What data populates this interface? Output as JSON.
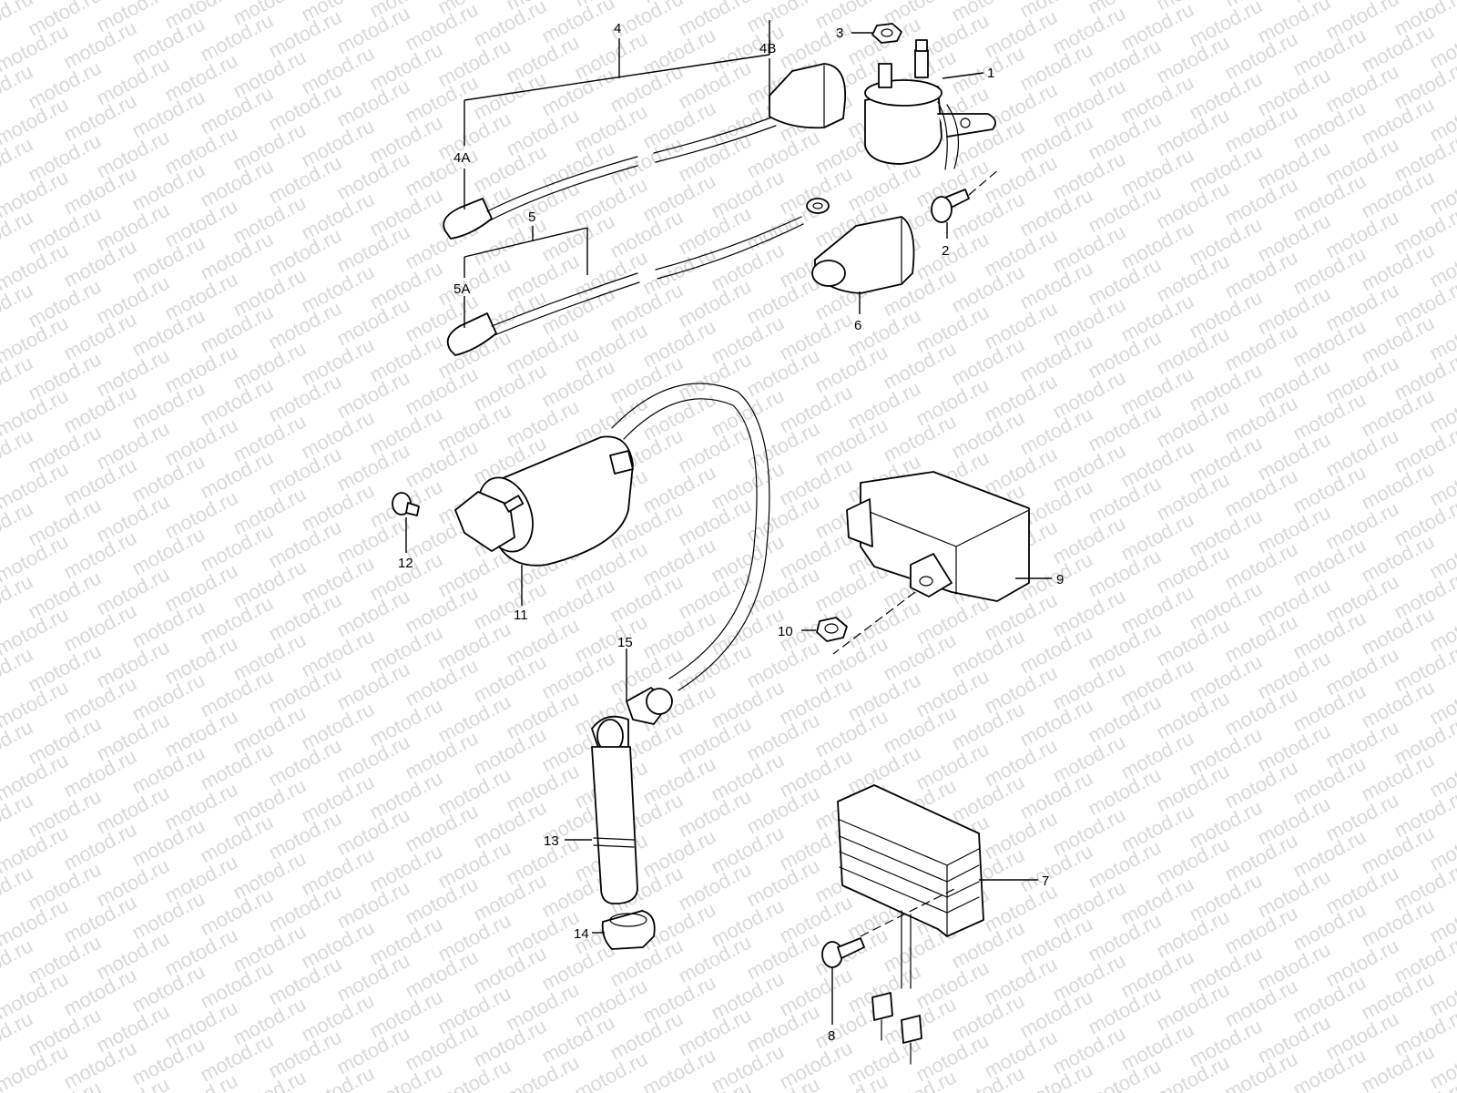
{
  "diagram": {
    "watermark_text": "motod.ru",
    "callouts": {
      "c1": "1",
      "c2": "2",
      "c3": "3",
      "c4": "4",
      "c4a": "4A",
      "c4b": "4B",
      "c5": "5",
      "c5a": "5A",
      "c6": "6",
      "c7": "7",
      "c8": "8",
      "c9": "9",
      "c10": "10",
      "c11": "11",
      "c12": "12",
      "c13": "13",
      "c14": "14",
      "c15": "15"
    }
  }
}
